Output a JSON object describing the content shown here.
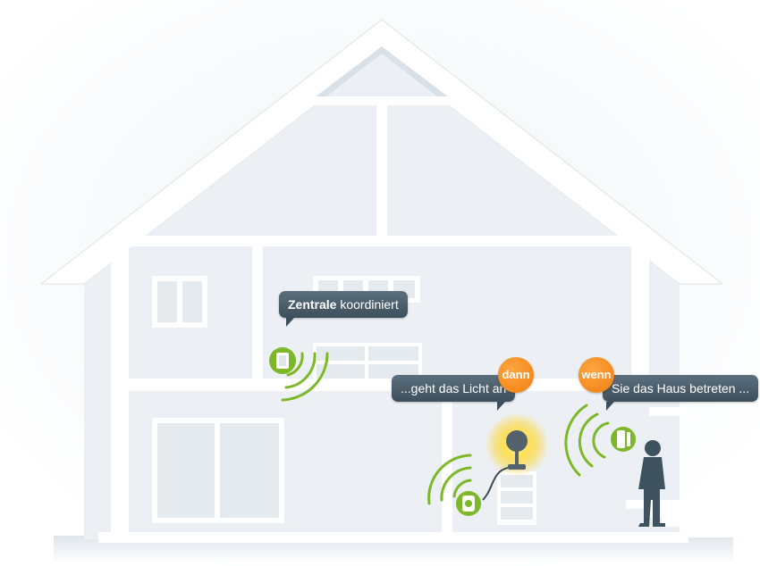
{
  "colors": {
    "background": "#ffffff",
    "house_fill": "#ecf0f4",
    "house_outline": "#ffffff",
    "bubble": "#4a5c69",
    "accent_orange": "#ef7d10",
    "device_green": "#7cb827",
    "person": "#3f5260",
    "lamp_glow": "#ffd21a"
  },
  "labels": {
    "zentrale_bold": "Zentrale",
    "zentrale_rest": " koordiniert",
    "licht": "...geht das Licht an",
    "dann": "dann",
    "wenn": "wenn",
    "haus": "Sie das Haus betreten ..."
  },
  "icons": {
    "central_unit": "hub-device-icon",
    "plug": "smart-plug-icon",
    "sensor": "door-sensor-icon",
    "lamp": "table-lamp-icon",
    "person": "person-icon",
    "waves": "wireless-signal-icon"
  }
}
